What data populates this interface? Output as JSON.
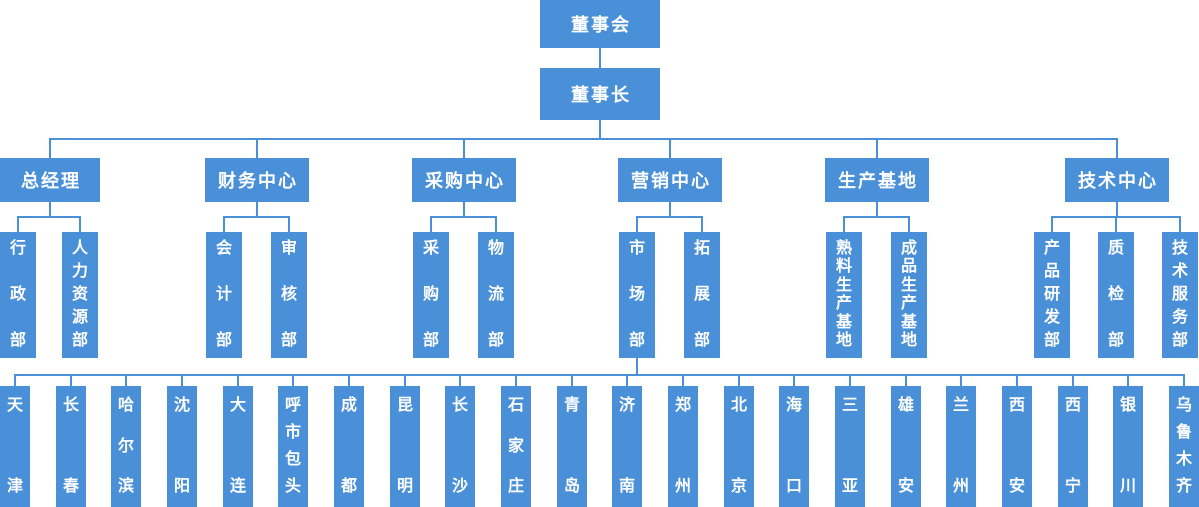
{
  "org": {
    "board": "董事会",
    "chairman": "董事长",
    "divisions": [
      {
        "label": "总经理",
        "departments": [
          "行政部",
          "人力资源部"
        ]
      },
      {
        "label": "财务中心",
        "departments": [
          "会计部",
          "审核部"
        ]
      },
      {
        "label": "采购中心",
        "departments": [
          "采购部",
          "物流部"
        ]
      },
      {
        "label": "营销中心",
        "departments": [
          "市场部",
          "拓展部"
        ]
      },
      {
        "label": "生产基地",
        "departments": [
          "熟料生产基地",
          "成品生产基地"
        ]
      },
      {
        "label": "技术中心",
        "departments": [
          "产品研发部",
          "质检部",
          "技术服务部"
        ]
      }
    ],
    "branch_offices": {
      "parent": "市场部",
      "cities": [
        "天津",
        "长春",
        "哈尔滨",
        "沈阳",
        "大连",
        "呼市包头",
        "成都",
        "昆明",
        "长沙",
        "石家庄",
        "青岛",
        "济南",
        "郑州",
        "北京",
        "海口",
        "三亚",
        "雄安",
        "兰州",
        "西安",
        "西宁",
        "银川",
        "乌鲁木齐"
      ]
    },
    "colors": {
      "node": "#4a90d9",
      "line": "#4a90d9",
      "text": "#ffffff"
    }
  }
}
